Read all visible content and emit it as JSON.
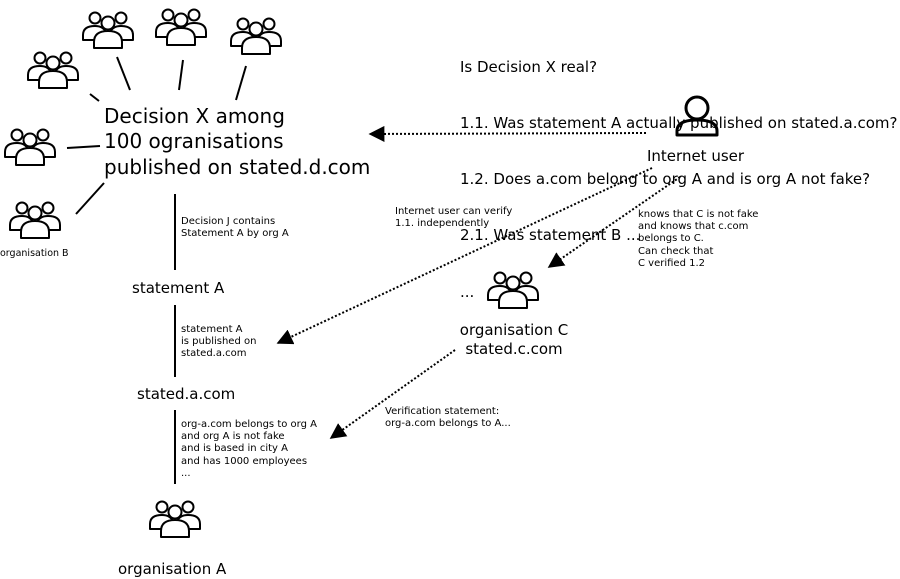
{
  "nodes": {
    "decision": {
      "text": "Decision X among\n100 ogranisations\npublished on stated.d.com"
    },
    "internet_user": {
      "label": "Internet user"
    },
    "statement_a": {
      "label": "statement A"
    },
    "stated_a": {
      "label": "stated.a.com"
    },
    "org_c": {
      "label": "organisation C\nstated.c.com"
    },
    "org_a": {
      "label": "organisation A"
    },
    "org_b": {
      "label": "organisation B"
    }
  },
  "questions": {
    "lines": [
      "Is Decision X real?",
      "1.1. Was statement A actually published on stated.a.com?",
      "1.2. Does a.com belong to org A and is org A not fake?",
      "2.1. Was statement B ...",
      "..."
    ]
  },
  "annotations": {
    "decision_j": "Decision J contains\nStatement A by org A",
    "published_on": "statement A\nis published on\nstated.a.com",
    "org_a_details": "org-a.com belongs to org A\nand org A is not fake\nand is based in city A\nand has 1000 employees\n...",
    "user_verify": "Internet user can verify\n1.1. independently",
    "knows_c": "knows that C is not fake\nand knows that c.com\nbelongs to C.\nCan check that\nC verified 1.2",
    "verification_statement": "Verification statement:\norg-a.com belongs to A..."
  },
  "icons": {
    "group": "people-group-icon",
    "user": "person-icon"
  }
}
